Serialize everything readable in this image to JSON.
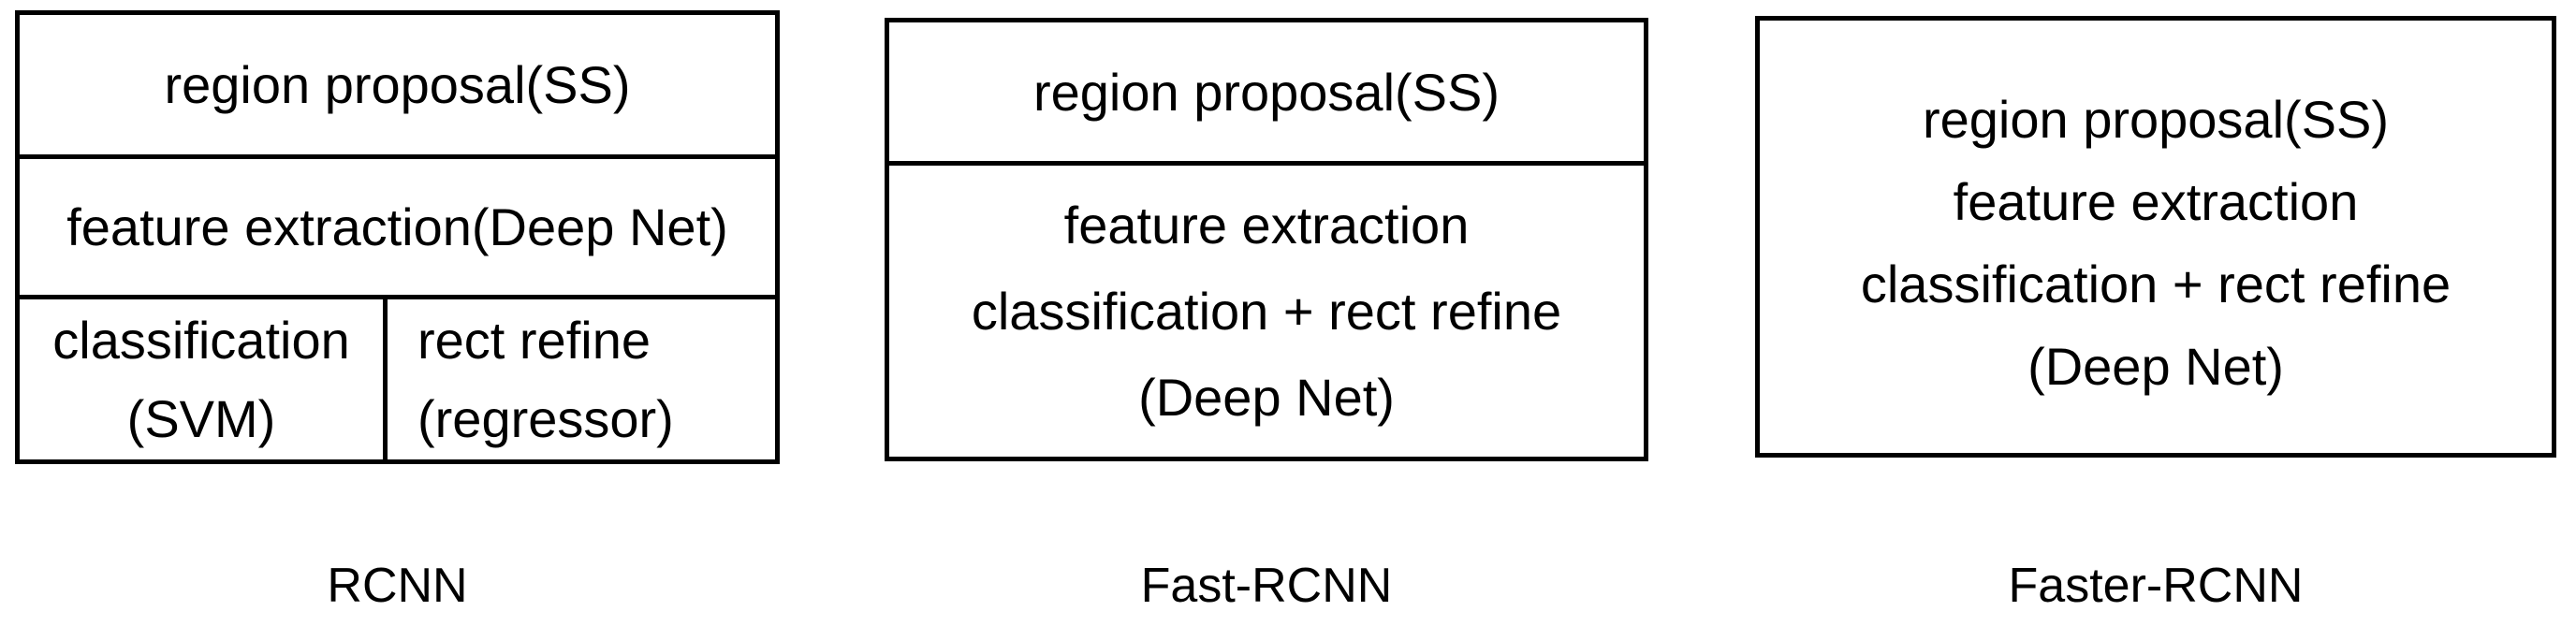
{
  "colors": {
    "background": "#ffffff",
    "line": "#000000",
    "text": "#000000"
  },
  "figures": [
    {
      "label": "RCNN",
      "cells": {
        "region_proposal": "region proposal(SS)",
        "feature_extraction": "feature extraction(Deep Net)",
        "classification_lines": [
          "classification",
          "(SVM)"
        ],
        "rect_refine_lines": [
          "rect refine",
          "(regressor)"
        ]
      }
    },
    {
      "label": "Fast-RCNN",
      "cells": {
        "region_proposal": "region proposal(SS)",
        "deep_net_lines": [
          "feature extraction",
          "classification + rect refine",
          "(Deep Net)"
        ]
      }
    },
    {
      "label": "Faster-RCNN",
      "cells": {
        "all_lines": [
          "region proposal(SS)",
          "feature extraction",
          "classification + rect refine",
          "(Deep Net)"
        ]
      }
    }
  ]
}
